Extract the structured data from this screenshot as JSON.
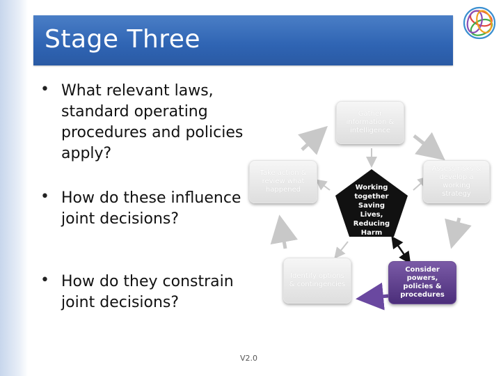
{
  "slide": {
    "title": "Stage Three",
    "version": "V2.0"
  },
  "bullets": [
    "What relevant laws, standard operating procedures and policies apply?",
    "How do these influence joint decisions?",
    "How do they constrain joint decisions?"
  ],
  "diagram": {
    "center": "Working together Saving Lives, Reducing Harm",
    "nodes": {
      "gather": "Gather information & intelligence",
      "assess": "Assess risks & develop a working strategy",
      "consider": "Consider powers, policies & procedures",
      "identify": "Identify options & contingencies",
      "take_action": "Take action & review what happened"
    }
  },
  "colors": {
    "title_bar": "#2f64b3",
    "highlight": "#5a3a8a",
    "center": "#111111",
    "arrow_gray": "#c8c8c8",
    "arrow_purple": "#6a48a0"
  },
  "icons": [
    "logo-knot-icon"
  ]
}
